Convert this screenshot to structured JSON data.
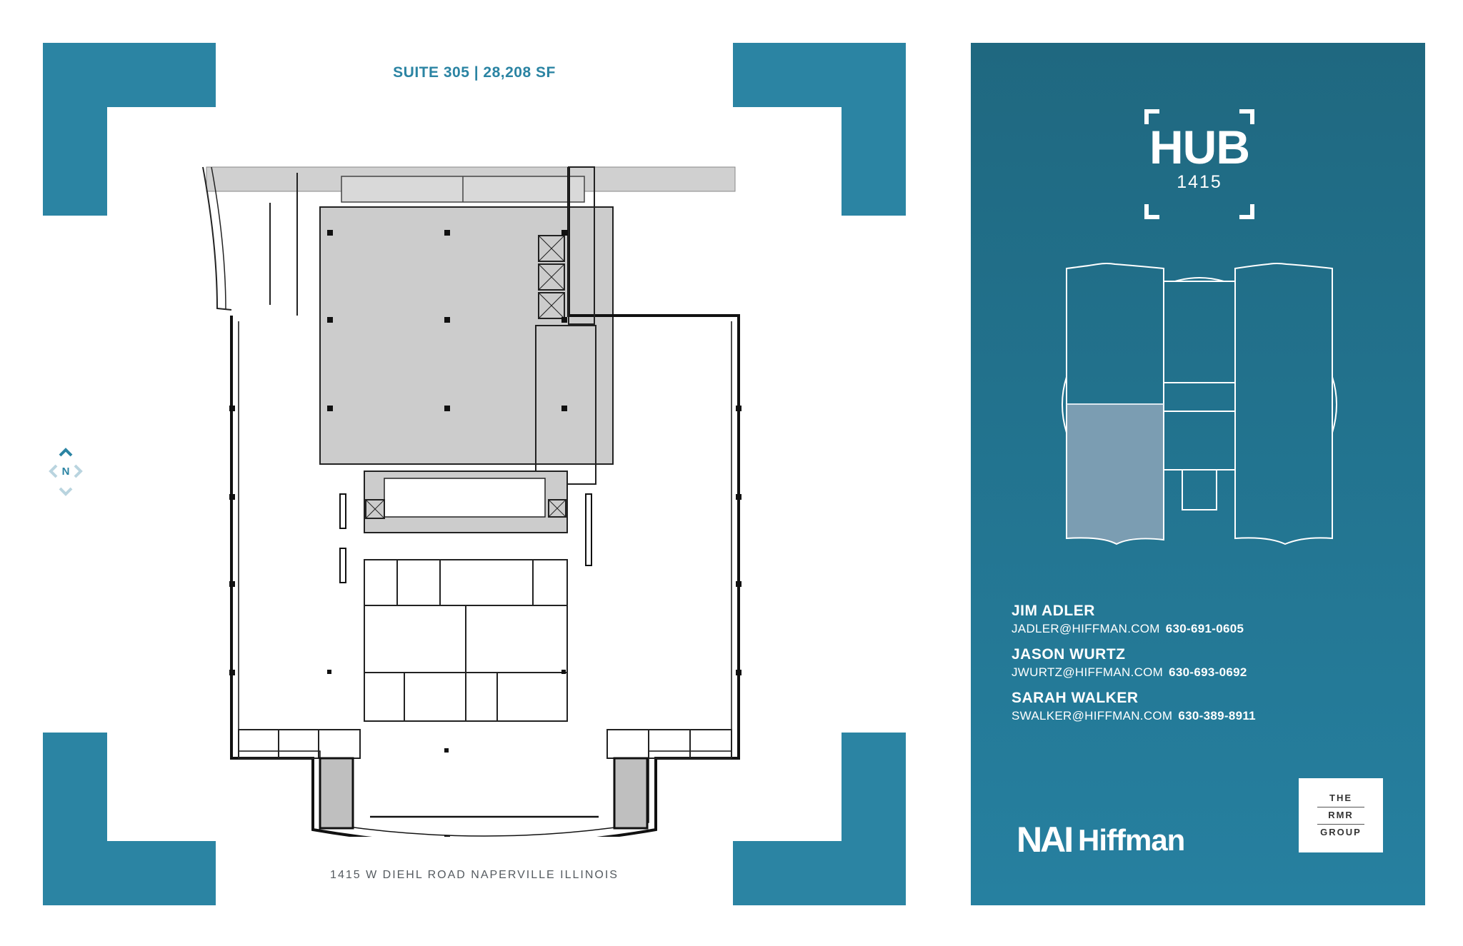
{
  "floorplan_sheet": {
    "title": "SUITE 305 | 28,208 SF",
    "address": "1415 W DIEHL ROAD NAPERVILLE ILLINOIS",
    "compass_label": "N"
  },
  "logo": {
    "name": "HUB",
    "number": "1415"
  },
  "contacts": [
    {
      "name": "JIM ADLER",
      "email": "JADLER@HIFFMAN.COM",
      "phone": "630-691-0605"
    },
    {
      "name": "JASON WURTZ",
      "email": "JWURTZ@HIFFMAN.COM",
      "phone": "630-693-0692"
    },
    {
      "name": "SARAH WALKER",
      "email": "SWALKER@HIFFMAN.COM",
      "phone": "630-389-8911"
    }
  ],
  "brand": {
    "nai": "NAI",
    "hiffman": "Hiffman"
  },
  "rmr_logo": {
    "line1": "THE",
    "line2": "RMR",
    "line3": "GROUP"
  },
  "colors": {
    "accent": "#2b84a3",
    "panel_dark": "#1f6880",
    "suite_highlight": "#7b9db2",
    "core_gray": "#cccccc"
  }
}
